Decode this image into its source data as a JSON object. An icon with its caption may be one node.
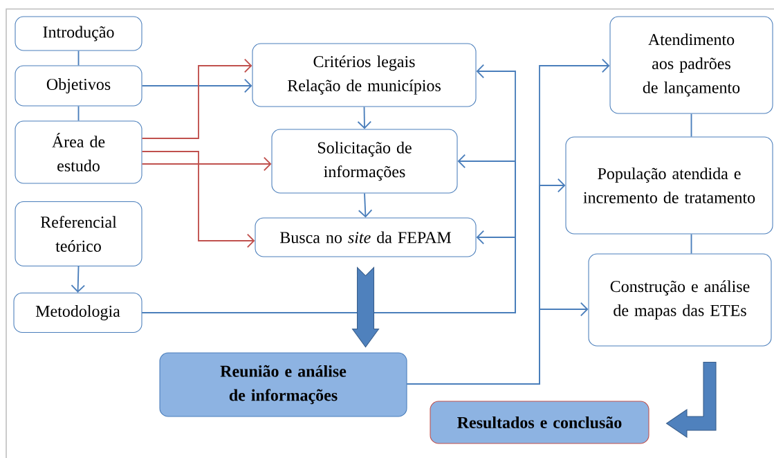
{
  "diagram": {
    "nodes": [
      {
        "text": [
          "Introdução"
        ]
      },
      {
        "text": [
          "Objetivos"
        ]
      },
      {
        "text": [
          "Área de estudo"
        ]
      },
      {
        "text": [
          "Referencial teórico"
        ]
      },
      {
        "text": [
          "Metodologia"
        ]
      },
      {
        "text": [
          "Critérios legais",
          "Relação de municípios"
        ]
      },
      {
        "text": [
          "Solicitação de informações"
        ]
      },
      {
        "text": [
          "Busca no *site* da FEPAM"
        ]
      },
      {
        "text": [
          "Reunião e análise de informações"
        ]
      },
      {
        "text": [
          "Resultados e conclusão"
        ]
      },
      {
        "text": [
          "Atendimento aos padrões de lançamento"
        ]
      },
      {
        "text": [
          "População atendida e incremento de tratamento"
        ]
      },
      {
        "text": [
          "Construção e análise de mapas das ETEs"
        ]
      }
    ],
    "edges": [
      {
        "from": 0,
        "to": 1,
        "arrow": "none"
      },
      {
        "from": 1,
        "to": 2,
        "arrow": "none"
      },
      {
        "from": 3,
        "to": 4,
        "arrow": "to"
      },
      {
        "from": 1,
        "to": 5,
        "arrow": "to"
      },
      {
        "from": 2,
        "to": 5,
        "arrow": "to",
        "color": "#c0504d"
      },
      {
        "from": 2,
        "to": 6,
        "arrow": "to",
        "color": "#c0504d"
      },
      {
        "from": 2,
        "to": 7,
        "arrow": "to",
        "color": "#c0504d"
      },
      {
        "from": 5,
        "to": 6,
        "arrow": "to"
      },
      {
        "from": 6,
        "to": 7,
        "arrow": "to"
      },
      {
        "from": 4,
        "to": 5,
        "arrow": "to"
      },
      {
        "from": 4,
        "to": 6,
        "arrow": "to"
      },
      {
        "from": 4,
        "to": 7,
        "arrow": "to"
      },
      {
        "from": 7,
        "to": 8,
        "arrow": "to",
        "style": "thick"
      },
      {
        "from": 8,
        "to": 10,
        "arrow": "to"
      },
      {
        "from": 8,
        "to": 11,
        "arrow": "to"
      },
      {
        "from": 8,
        "to": 12,
        "arrow": "to"
      },
      {
        "from": 10,
        "to": 11,
        "arrow": "none"
      },
      {
        "from": 11,
        "to": 12,
        "arrow": "none"
      },
      {
        "from": 12,
        "to": 9,
        "arrow": "to",
        "style": "thick"
      }
    ]
  }
}
